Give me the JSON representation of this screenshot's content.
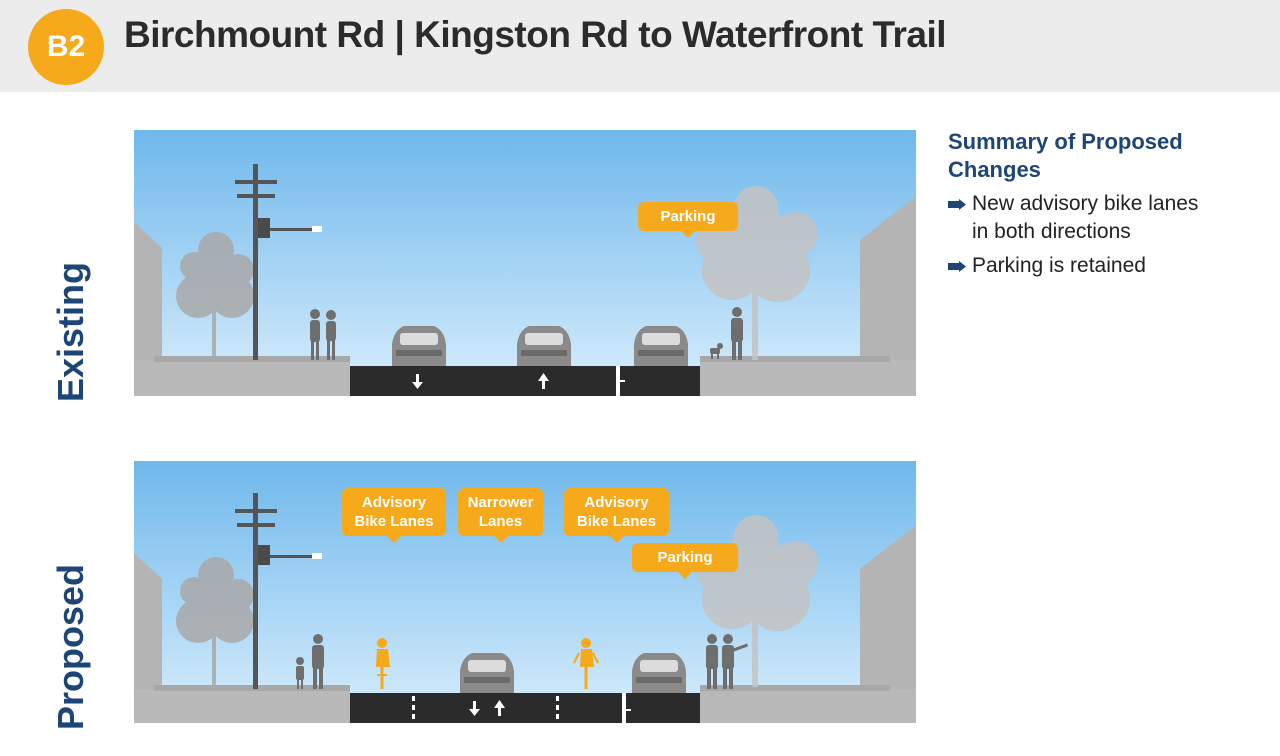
{
  "header": {
    "badge": "B2",
    "title": "Birchmount Rd | Kingston Rd to Waterfront Trail"
  },
  "existing": {
    "label": "Existing",
    "callouts": {
      "parking": "Parking"
    }
  },
  "proposed": {
    "label": "Proposed",
    "callouts": {
      "advisory_left_line1": "Advisory",
      "advisory_left_line2": "Bike Lanes",
      "narrower_line1": "Narrower",
      "narrower_line2": "Lanes",
      "advisory_right_line1": "Advisory",
      "advisory_right_line2": "Bike Lanes",
      "parking": "Parking"
    }
  },
  "summary": {
    "title_line1": "Summary of Proposed",
    "title_line2": "Changes",
    "items": [
      {
        "line1": "New advisory bike lanes",
        "line2": "in both directions"
      },
      {
        "line1": "Parking is retained",
        "line2": ""
      }
    ]
  },
  "colors": {
    "accent": "#f6a91a",
    "navy": "#1d4677",
    "road": "#2b2b2b",
    "sky_top": "#6fb8ec",
    "sky_bottom": "#d6ecfb"
  },
  "icons": [
    "arrow-bullet-icon",
    "down-arrow-icon",
    "up-arrow-icon",
    "cyclist-icon",
    "car-icon",
    "tree-icon",
    "pole-icon",
    "pedestrian-icon",
    "dog-icon"
  ]
}
